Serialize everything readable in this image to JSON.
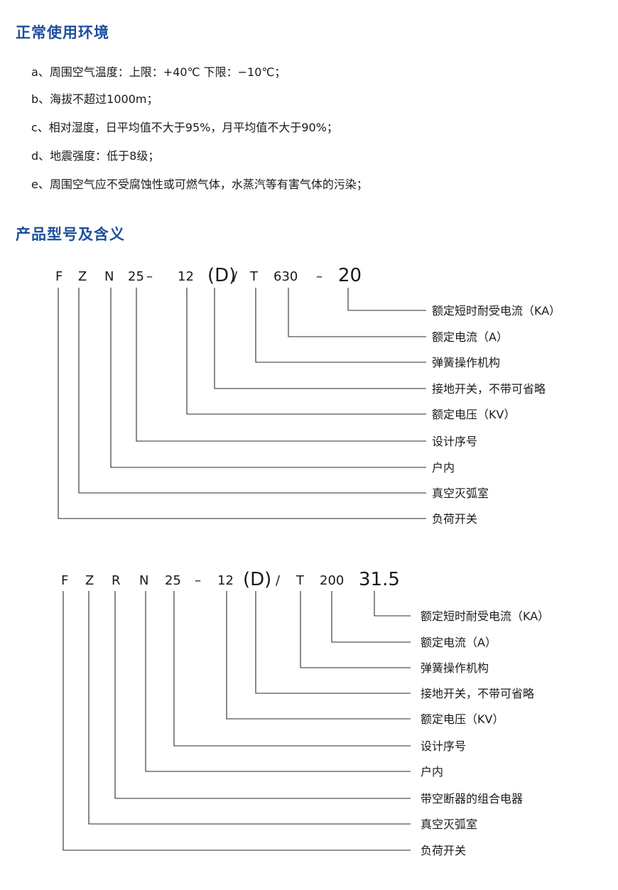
{
  "environment": {
    "heading": "正常使用环境",
    "items": [
      "a、周围空气温度：上限：+40℃      下限：−10℃；",
      "b、海拔不超过1000m；",
      "c、相对湿度，日平均值不大于95%，月平均值不大于90%；",
      "d、地震强度：低于8级；",
      "e、周围空气应不受腐蚀性或可燃气体，水蒸汽等有害气体的污染；"
    ]
  },
  "model": {
    "heading": "产品型号及含义",
    "diagram1": {
      "code": [
        "F",
        "Z",
        "N",
        "25",
        "–",
        "12",
        "(D)",
        "/",
        "T",
        "630",
        "–",
        "20"
      ],
      "labels": [
        "额定短时耐受电流（KA）",
        "额定电流（A）",
        "弹簧操作机构",
        "接地开关，不带可省略",
        "额定电压（KV）",
        "设计序号",
        "户内",
        "真空灭弧室",
        "负荷开关"
      ]
    },
    "diagram2": {
      "code": [
        "F",
        "Z",
        "R",
        "N",
        "25",
        "–",
        "12",
        "(D)",
        "/",
        "T",
        "200",
        "31.5"
      ],
      "labels": [
        "额定短时耐受电流（KA）",
        "额定电流（A）",
        "弹簧操作机构",
        "接地开关，不带可省略",
        "额定电压（KV）",
        "设计序号",
        "户内",
        "带空断器的组合电器",
        "真空灭弧室",
        "负荷开关"
      ]
    }
  }
}
